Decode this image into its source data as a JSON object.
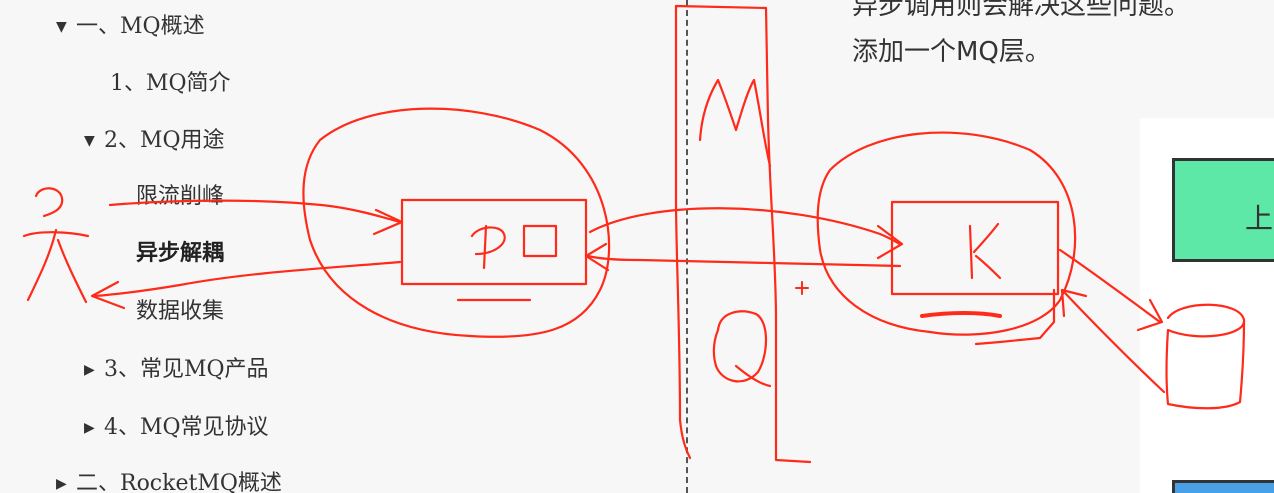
{
  "toc": {
    "items": [
      {
        "label": "一、MQ概述",
        "expanded": true
      },
      {
        "label": "1、MQ简介"
      },
      {
        "label": "2、MQ用途",
        "expanded": true
      },
      {
        "label": "限流削峰"
      },
      {
        "label": "异步解耦",
        "active": true
      },
      {
        "label": "数据收集"
      },
      {
        "label": "3、常见MQ产品",
        "expanded": false
      },
      {
        "label": "4、MQ常见协议",
        "expanded": false
      },
      {
        "label": "二、RocketMQ概述",
        "expanded": false
      }
    ]
  },
  "content": {
    "line1": "异步调用则会解决这些问题。",
    "line2": "添加一个MQ层。"
  },
  "diagram_boxes": {
    "green_label": "上"
  },
  "colors": {
    "ink": "#ff2a1a",
    "green": "#5de8a8",
    "blue": "#4aa0e6"
  }
}
